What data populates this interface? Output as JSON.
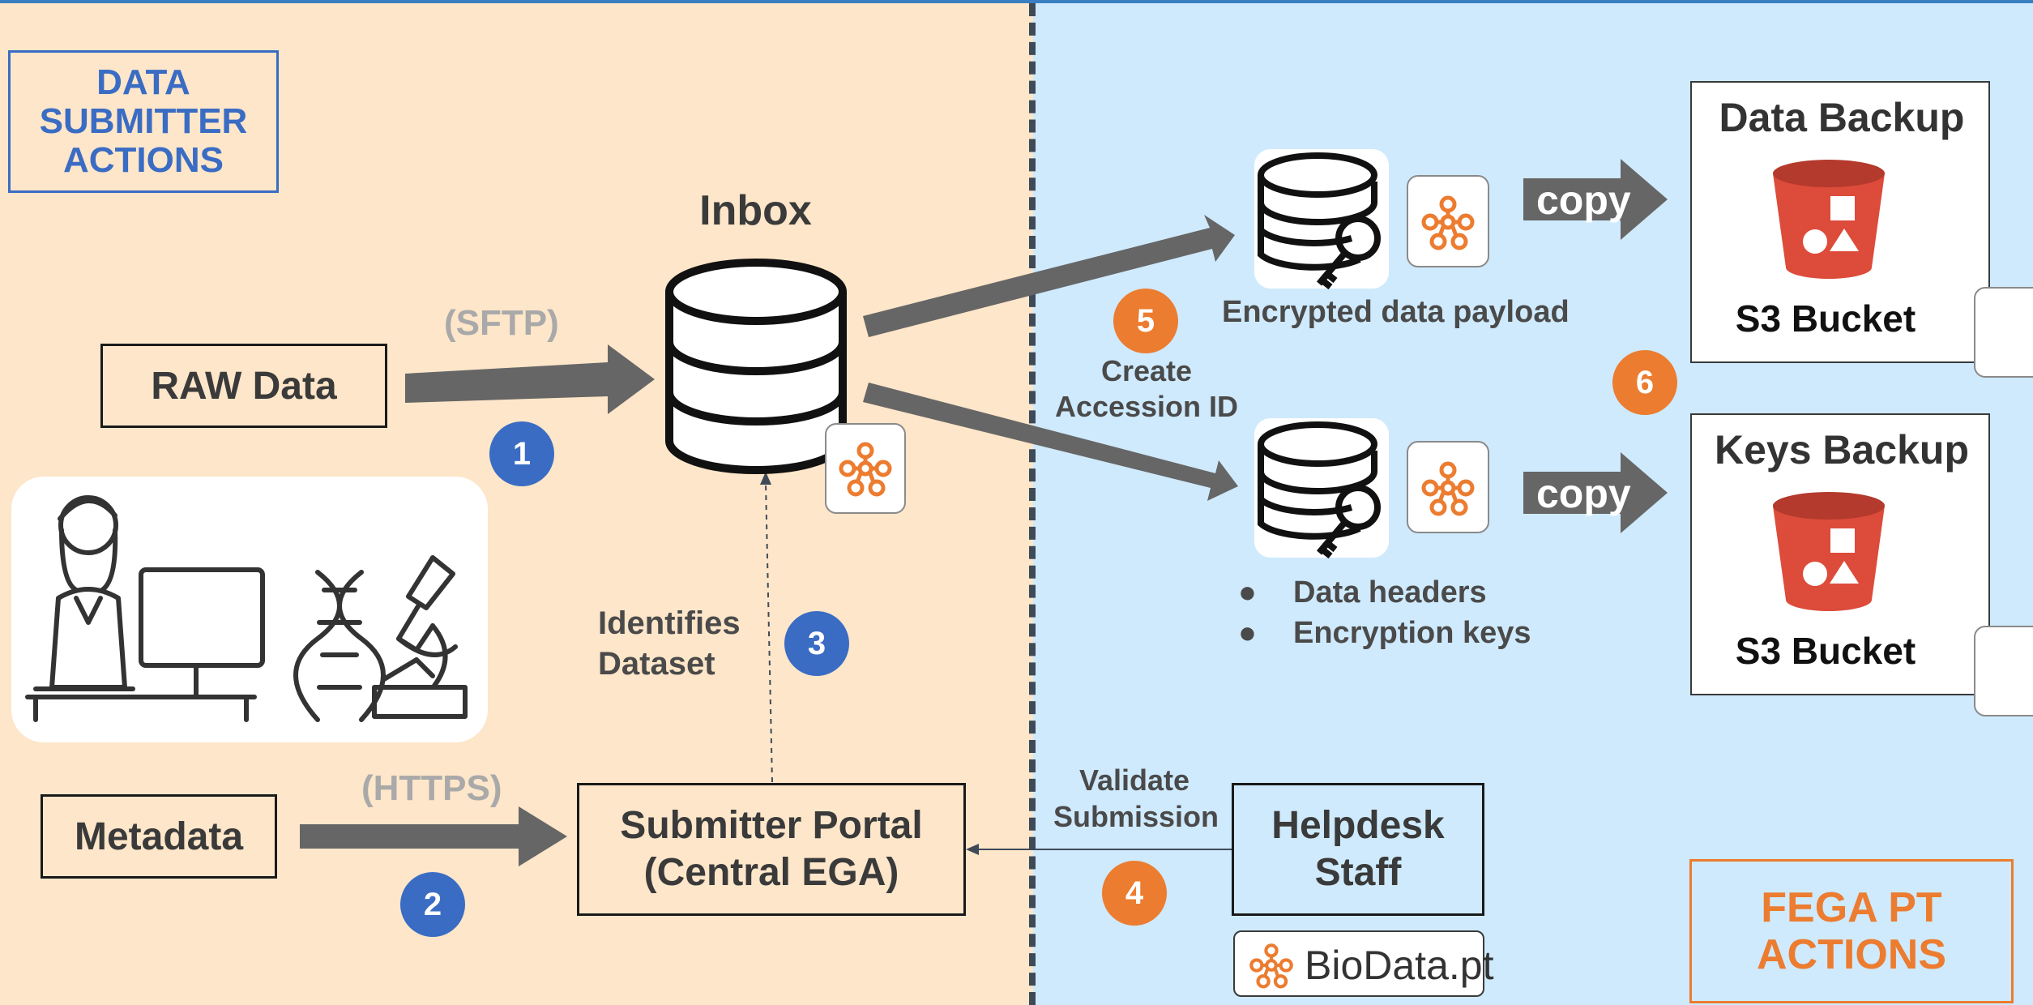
{
  "left_heading": "DATA\nSUBMITTER\nACTIONS",
  "right_heading": "FEGA PT\nACTIONS",
  "inbox": {
    "title": "Inbox"
  },
  "raw_data": "RAW Data",
  "metadata": "Metadata",
  "sftp": "(SFTP)",
  "https": "(HTTPS)",
  "portal": "Submitter Portal\n(Central EGA)",
  "helpdesk": "Helpdesk\nStaff",
  "identifies": "Identifies\nDataset",
  "validate": "Validate\nSubmission",
  "create_accession": "Create\nAccession ID",
  "encrypted_payload": "Encrypted data payload",
  "bullets": [
    "Data headers",
    "Encryption keys"
  ],
  "copy": "copy",
  "data_backup": "Data Backup",
  "keys_backup": "Keys Backup",
  "s3_bucket": "S3 Bucket",
  "biodata": "BioData.pt",
  "steps": [
    "1",
    "2",
    "3",
    "4",
    "5",
    "6"
  ],
  "colors": {
    "blue": "#3a6cc4",
    "orange": "#ec7c30",
    "left_bg": "#fde6c9",
    "right_bg": "#cfeafd"
  }
}
